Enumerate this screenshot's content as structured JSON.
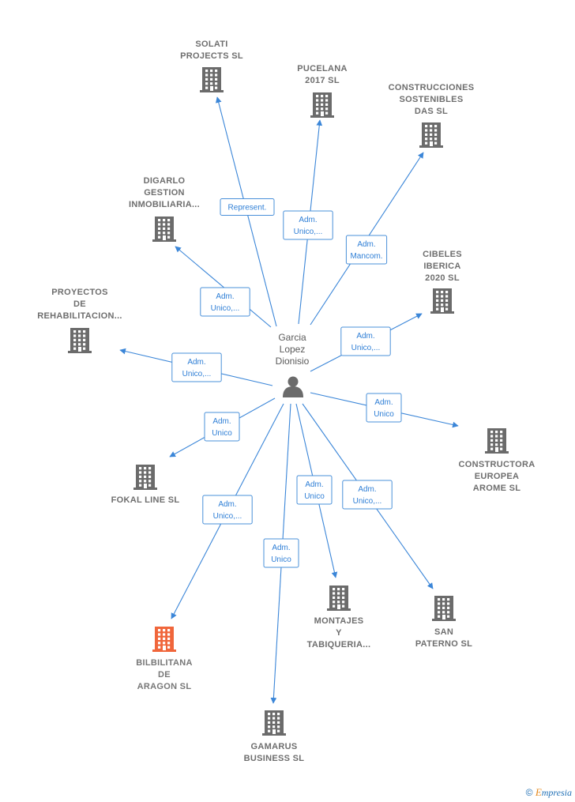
{
  "center": {
    "name_lines": [
      "Garcia",
      "Lopez",
      "Dionisio"
    ],
    "icon": "person-icon"
  },
  "colors": {
    "edge": "#3b86d8",
    "building": "#6b6b6b",
    "building_highlight": "#f0663b",
    "label_border": "#4a90d9"
  },
  "companies": [
    {
      "id": "solati",
      "lines": [
        "SOLATI",
        "PROJECTS SL"
      ],
      "relation": [
        "Represent."
      ]
    },
    {
      "id": "pucelana",
      "lines": [
        "PUCELANA",
        "2017  SL"
      ],
      "relation": [
        "Adm.",
        "Unico,..."
      ]
    },
    {
      "id": "construcciones",
      "lines": [
        "CONSTRUCCIONES",
        "SOSTENIBLES",
        "DAS  SL"
      ],
      "relation": [
        "Adm.",
        "Mancom."
      ]
    },
    {
      "id": "digarlo",
      "lines": [
        "DIGARLO",
        "GESTION",
        "INMOBILIARIA..."
      ],
      "relation": [
        "Adm.",
        "Unico,..."
      ]
    },
    {
      "id": "cibeles",
      "lines": [
        "CIBELES",
        "IBERICA",
        "2020  SL"
      ],
      "relation": [
        "Adm.",
        "Unico,..."
      ]
    },
    {
      "id": "proyectos",
      "lines": [
        "PROYECTOS",
        "DE",
        "REHABILITACION..."
      ],
      "relation": [
        "Adm.",
        "Unico,..."
      ]
    },
    {
      "id": "constructora",
      "lines": [
        "CONSTRUCTORA",
        "EUROPEA",
        "AROME SL"
      ],
      "relation": [
        "Adm.",
        "Unico"
      ]
    },
    {
      "id": "fokal",
      "lines": [
        "FOKAL LINE SL"
      ],
      "relation": [
        "Adm.",
        "Unico"
      ]
    },
    {
      "id": "bilbilitana",
      "lines": [
        "BILBILITANA",
        "DE",
        "ARAGON  SL"
      ],
      "relation": [
        "Adm.",
        "Unico,..."
      ],
      "highlight": true
    },
    {
      "id": "montajes",
      "lines": [
        "MONTAJES",
        "Y",
        "TABIQUERIA..."
      ],
      "relation": [
        "Adm.",
        "Unico"
      ]
    },
    {
      "id": "sanpaterno",
      "lines": [
        "SAN",
        "PATERNO  SL"
      ],
      "relation": [
        "Adm.",
        "Unico,..."
      ]
    },
    {
      "id": "gamarus",
      "lines": [
        "GAMARUS",
        "BUSINESS SL"
      ],
      "relation": [
        "Adm.",
        "Unico"
      ]
    }
  ],
  "footer": {
    "symbol": "©",
    "brand_initial": "E",
    "brand_rest": "mpresia"
  }
}
